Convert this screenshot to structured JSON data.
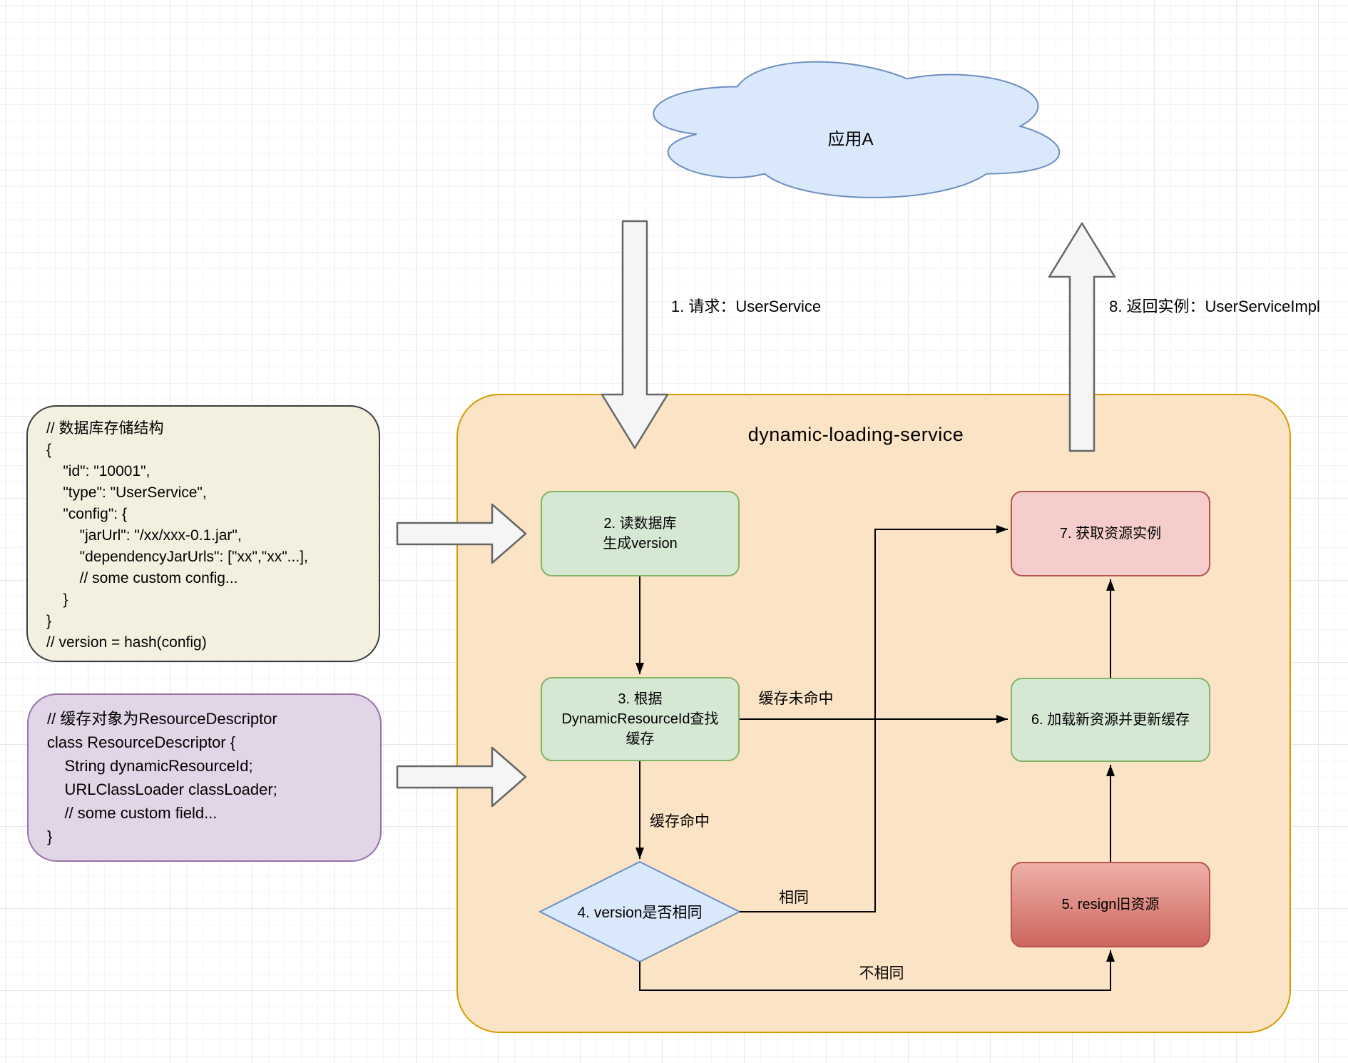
{
  "diagram": {
    "cloud": {
      "label": "应用A"
    },
    "container": {
      "title": "dynamic-loading-service"
    },
    "flow_arrows": {
      "request_label": "1. 请求：UserService",
      "return_label": "8. 返回实例：UserServiceImpl"
    },
    "steps": {
      "step2": {
        "lines": [
          "2. 读数据库",
          "生成version"
        ]
      },
      "step3": {
        "lines": [
          "3. 根据",
          "DynamicResourceId查找",
          "缓存"
        ]
      },
      "step4": {
        "label": "4. version是否相同"
      },
      "step5": {
        "label": "5. resign旧资源"
      },
      "step6": {
        "label": "6. 加载新资源并更新缓存"
      },
      "step7": {
        "label": "7. 获取资源实例"
      }
    },
    "edge_labels": {
      "cache_miss": "缓存未命中",
      "cache_hit": "缓存命中",
      "version_same": "相同",
      "version_diff": "不相同"
    },
    "notes": {
      "db_schema": {
        "lines": [
          "// 数据库存储结构",
          "{",
          "    \"id\": \"10001\",",
          "    \"type\": \"UserService\",",
          "    \"config\": {",
          "        \"jarUrl\": \"/xx/xxx-0.1.jar\",",
          "        \"dependencyJarUrls\": [\"xx\",\"xx\"...],",
          "        // some custom config...",
          "    }",
          "}",
          "// version = hash(config)"
        ]
      },
      "cache_object": {
        "lines": [
          "// 缓存对象为ResourceDescriptor",
          "class ResourceDescriptor {",
          "    String dynamicResourceId;",
          "    URLClassLoader classLoader;",
          "    // some custom field...",
          "}"
        ]
      }
    },
    "colors": {
      "grid_minor": "#f4f4f4",
      "grid_major": "#e7e7e7",
      "container_fill": "#fbe3c5",
      "container_border": "#d79b00",
      "green_fill": "#d5e8d4",
      "green_border": "#82b366",
      "pink_fill": "#f5cdca",
      "pink_border": "#b85450",
      "red_gradient_top": "#efb0a9",
      "red_gradient_bottom": "#cd675e",
      "blue_fill": "#dae8fc",
      "blue_border": "#6c8ebf",
      "note_fill": "#f4f0e0",
      "note_border": "#3d3d3d",
      "purple_fill": "#e1d5e7",
      "purple_border": "#9673a6",
      "fat_arrow_fill": "#f5f5f5",
      "fat_arrow_border": "#666666"
    }
  }
}
